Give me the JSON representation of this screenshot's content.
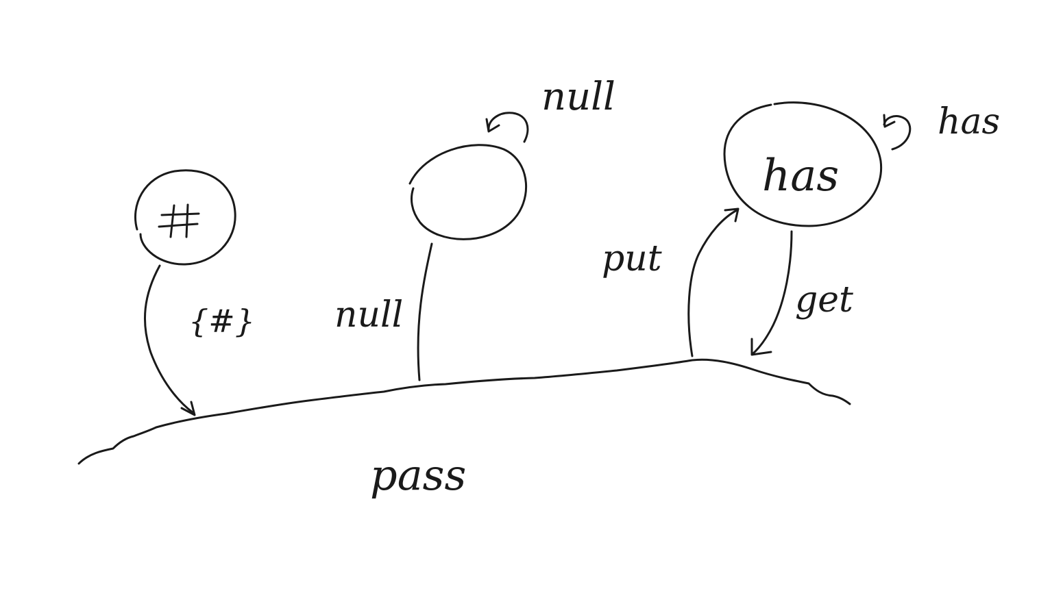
{
  "diagram": {
    "nodes": [
      {
        "id": "hash-node",
        "label": "#"
      },
      {
        "id": "null-node",
        "label": ""
      },
      {
        "id": "has-node",
        "label": "has"
      }
    ],
    "self_loops": [
      {
        "node": "null-node",
        "label": "null"
      },
      {
        "node": "has-node",
        "label": "has"
      }
    ],
    "edges": [
      {
        "from": "hash-node",
        "to": "pass",
        "label": "{#}"
      },
      {
        "from": "null-node",
        "to": "pass",
        "label": "null"
      },
      {
        "from": "pass",
        "to": "has-node",
        "label": "put"
      },
      {
        "from": "has-node",
        "to": "pass",
        "label": "get"
      }
    ],
    "ground": {
      "label": "pass"
    }
  }
}
